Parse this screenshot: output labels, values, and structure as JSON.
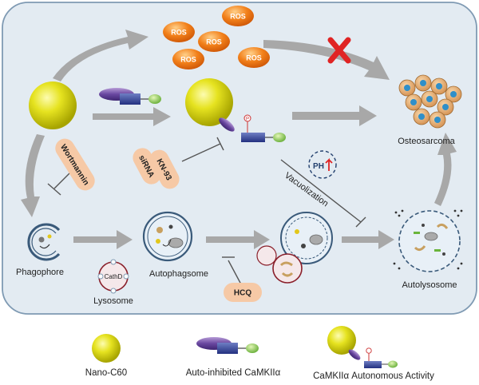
{
  "ros_label": "ROS",
  "inhibitors": {
    "wortmannin": "Wortmannin",
    "sirna": "siRNA",
    "kn93": "KN-93",
    "hcq": "HCQ"
  },
  "ph_label": "PH",
  "phospho_label": "P",
  "vacuolization_label": "Vacuolization",
  "osteosarcoma_label": "Osteosarcoma",
  "stages": {
    "phagophore": "Phagophore",
    "autophagosome": "Autophagsome",
    "lysosome": "Lysosome",
    "cathd": "CathD",
    "autolysosome": "Autolysosome"
  },
  "legend": {
    "nano_c60": "Nano-C60",
    "auto_inhibited": "Auto-inhibited CaMKIIα",
    "autonomous": "CaMKIIα Autonomous Activity"
  },
  "colors": {
    "panel_bg": "#e3ebf2",
    "panel_border": "#7f9ab3",
    "arrow": "#a8a8a8",
    "c60": "#e2e01a",
    "ros": "#f07a10",
    "inhibitor_pill": "#f6c9a6",
    "cross": "#e02424",
    "camkii_purple": "#5c3d8e",
    "camkii_green": "#6ab53b"
  }
}
